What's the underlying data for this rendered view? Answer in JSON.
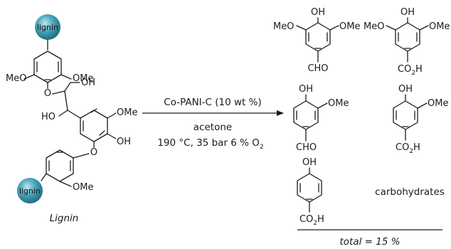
{
  "reactant": {
    "bead_label_top": "lignin",
    "bead_label_bottom": "lignin",
    "groups": {
      "meo_left": "MeO",
      "ome_right": "OMe",
      "o_ether_top": "O",
      "oh_chain": "OH",
      "ho_chain": "HO",
      "ome_ring2": "OMe",
      "oh_ring2": "OH",
      "o_ether_bottom": "O",
      "ome_ring3": "OMe"
    },
    "name": "Lignin"
  },
  "conditions": {
    "catalyst": "Co-PANI-C (10 wt %)",
    "solvent": "acetone",
    "temp_pressure": "190 °C, 35 bar 6 % O",
    "o2_subscript": "2"
  },
  "products": {
    "syringaldehyde": {
      "oh": "OH",
      "meo": "MeO",
      "ome": "OMe",
      "cho": "CHO"
    },
    "syringic_acid": {
      "oh": "OH",
      "meo": "MeO",
      "ome": "OMe",
      "co": "CO",
      "sub": "2",
      "h": "H"
    },
    "vanillin": {
      "oh": "OH",
      "ome": "OMe",
      "cho": "CHO"
    },
    "vanillic_acid": {
      "oh": "OH",
      "ome": "OMe",
      "co": "CO",
      "sub": "2",
      "h": "H"
    },
    "hydroxybenzoic_acid": {
      "oh": "OH",
      "co": "CO",
      "sub": "2",
      "h": "H"
    },
    "carbohydrates": "carbohydrates",
    "total": "total = 15 %"
  }
}
